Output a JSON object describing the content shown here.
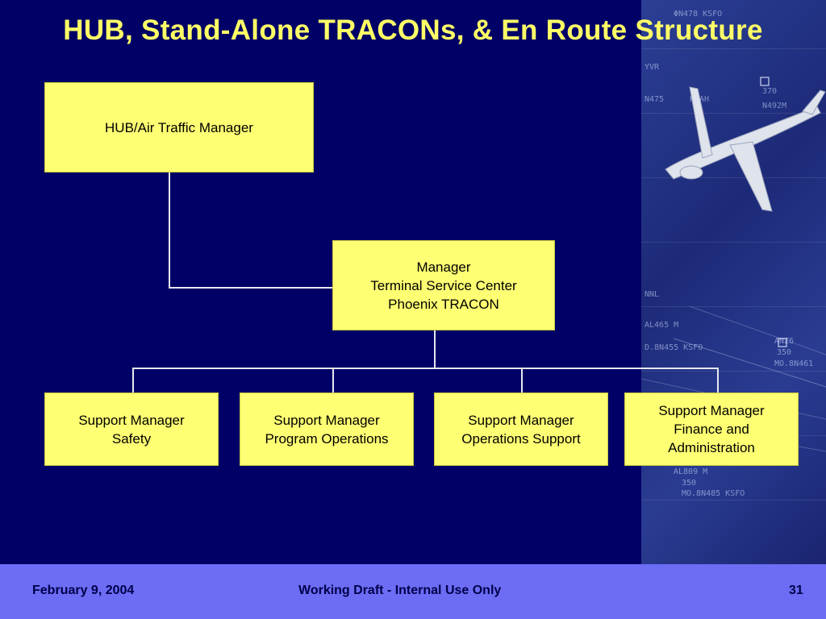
{
  "title": "HUB, Stand-Alone TRACONs, & En Route Structure",
  "org": {
    "top": {
      "label": "HUB/Air Traffic Manager"
    },
    "mid": {
      "lines": [
        "Manager",
        "Terminal Service Center",
        "Phoenix TRACON"
      ]
    },
    "children": [
      {
        "lines": [
          "Support Manager",
          "Safety"
        ]
      },
      {
        "lines": [
          "Support Manager",
          "Program Operations"
        ]
      },
      {
        "lines": [
          "Support Manager",
          "Operations Support"
        ]
      },
      {
        "lines": [
          "Support Manager",
          "Finance and",
          "Administration"
        ]
      }
    ]
  },
  "footer": {
    "date": "February 9, 2004",
    "label": "Working Draft -  Internal Use Only",
    "page": "31"
  },
  "photo": {
    "tags": [
      "ΦN478 KSFO",
      "YVR",
      "N475",
      "KIAH",
      "370",
      "N492M",
      "NNL",
      "AL465 M",
      "D.8N455 KSFO",
      "ANZ6",
      "350",
      "MO.8N461",
      "AL809 M",
      "350",
      "MO.8N485 KSFO"
    ]
  }
}
